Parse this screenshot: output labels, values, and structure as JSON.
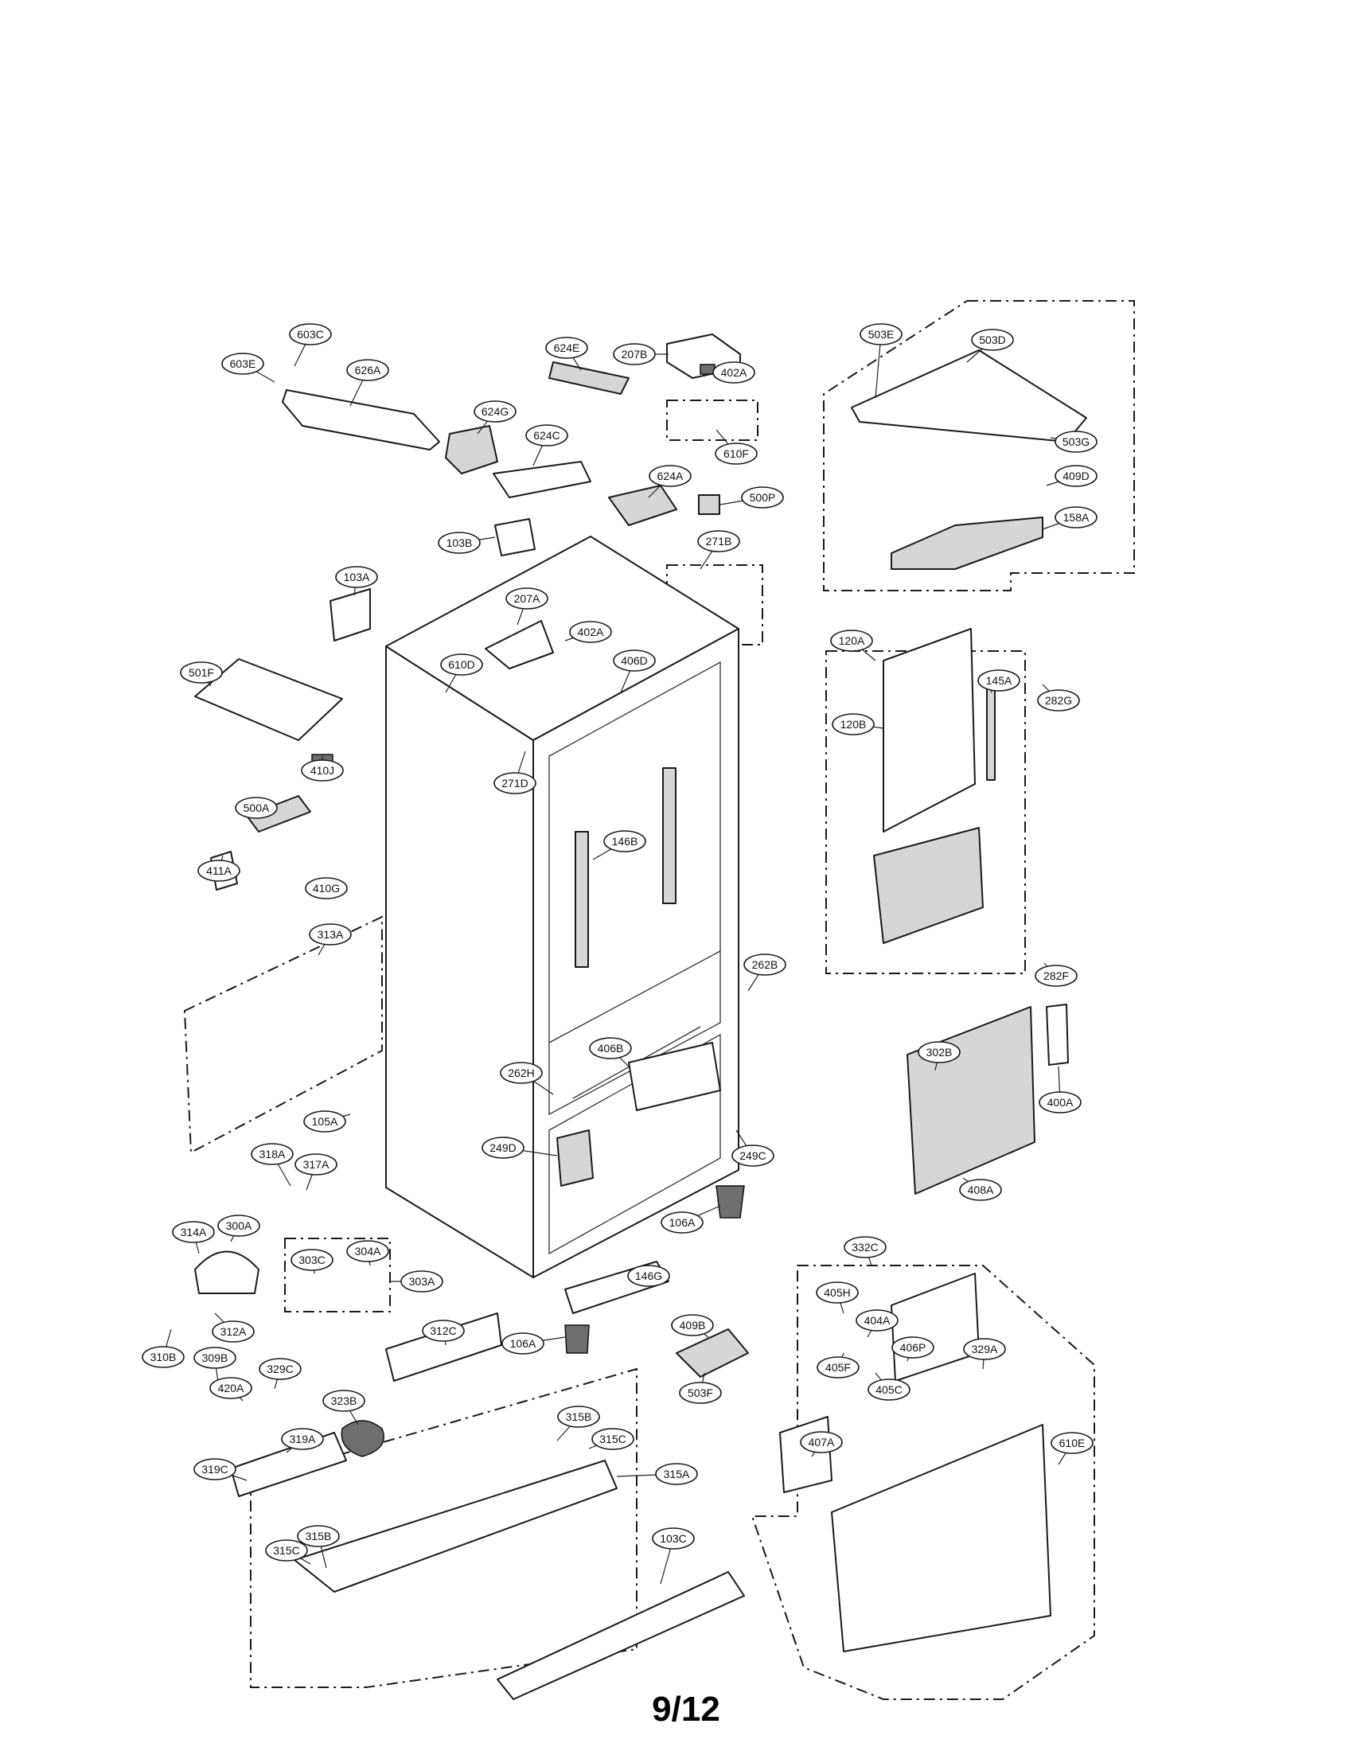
{
  "page": {
    "page_number": "9/12"
  },
  "parts": {
    "603C": "603C",
    "603E": "603E",
    "626A": "626A",
    "624E": "624E",
    "207B": "207B",
    "402A_top": "402A",
    "624G": "624G",
    "624C": "624C",
    "610F": "610F",
    "624A": "624A",
    "500P": "500P",
    "103B": "103B",
    "271B": "271B",
    "503E": "503E",
    "503D": "503D",
    "503G": "503G",
    "409D": "409D",
    "158A": "158A",
    "103A": "103A",
    "207A": "207A",
    "402A_mid": "402A",
    "501F": "501F",
    "610D": "610D",
    "406D": "406D",
    "120A": "120A",
    "282G": "282G",
    "145A": "145A",
    "120B": "120B",
    "410J": "410J",
    "271D": "271D",
    "500A": "500A",
    "146B": "146B",
    "411A": "411A",
    "410G": "410G",
    "313A": "313A",
    "282F": "282F",
    "262B": "262B",
    "406B": "406B",
    "302B": "302B",
    "262H": "262H",
    "400A": "400A",
    "105A": "105A",
    "249D": "249D",
    "249C": "249C",
    "318A": "318A",
    "317A": "317A",
    "408A": "408A",
    "106A_right": "106A",
    "314A": "314A",
    "300A": "300A",
    "303C": "303C",
    "304A": "304A",
    "303A": "303A",
    "332C": "332C",
    "146G": "146G",
    "405H": "405H",
    "404A": "404A",
    "312C": "312C",
    "409B": "409B",
    "312A": "312A",
    "310B": "310B",
    "106A_left": "106A",
    "405F": "405F",
    "406P": "406P",
    "309B": "309B",
    "329C": "329C",
    "405C": "405C",
    "329A": "329A",
    "323B": "323B",
    "503F": "503F",
    "420A": "420A",
    "315B_top": "315B",
    "315C_top": "315C",
    "319A": "319A",
    "610E": "610E",
    "407A": "407A",
    "319C": "319C",
    "315A": "315A",
    "103C": "103C",
    "315B_bottom": "315B",
    "315C_bottom": "315C"
  }
}
